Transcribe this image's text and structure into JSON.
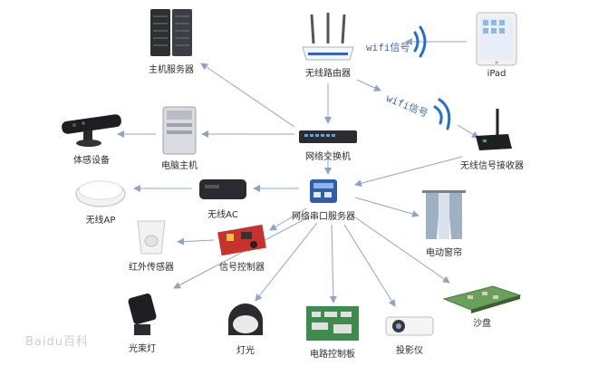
{
  "nodes": {
    "host_server": "主机服务器",
    "wireless_router": "无线路由器",
    "ipad": "iPad",
    "motion_device": "体感设备",
    "pc_host": "电脑主机",
    "network_switch": "网络交换机",
    "wireless_receiver": "无线信号接收器",
    "wireless_ap": "无线AP",
    "wireless_ac": "无线AC",
    "serial_server": "网络串口服务器",
    "electric_curtain": "电动窗帘",
    "ir_sensor": "红外传感器",
    "signal_controller": "信号控制器",
    "beam_light": "光束灯",
    "light": "灯光",
    "circuit_board": "电路控制板",
    "projector": "投影仪",
    "sand_table": "沙盘"
  },
  "wifi_labels": {
    "top": "wifi信号",
    "diagonal": "wifi信号"
  },
  "watermark": "Baidu百科",
  "colors": {
    "arrow": "#8fa4c4",
    "wifi_arc": "#1f6fd6",
    "label": "#2b2b2b"
  }
}
